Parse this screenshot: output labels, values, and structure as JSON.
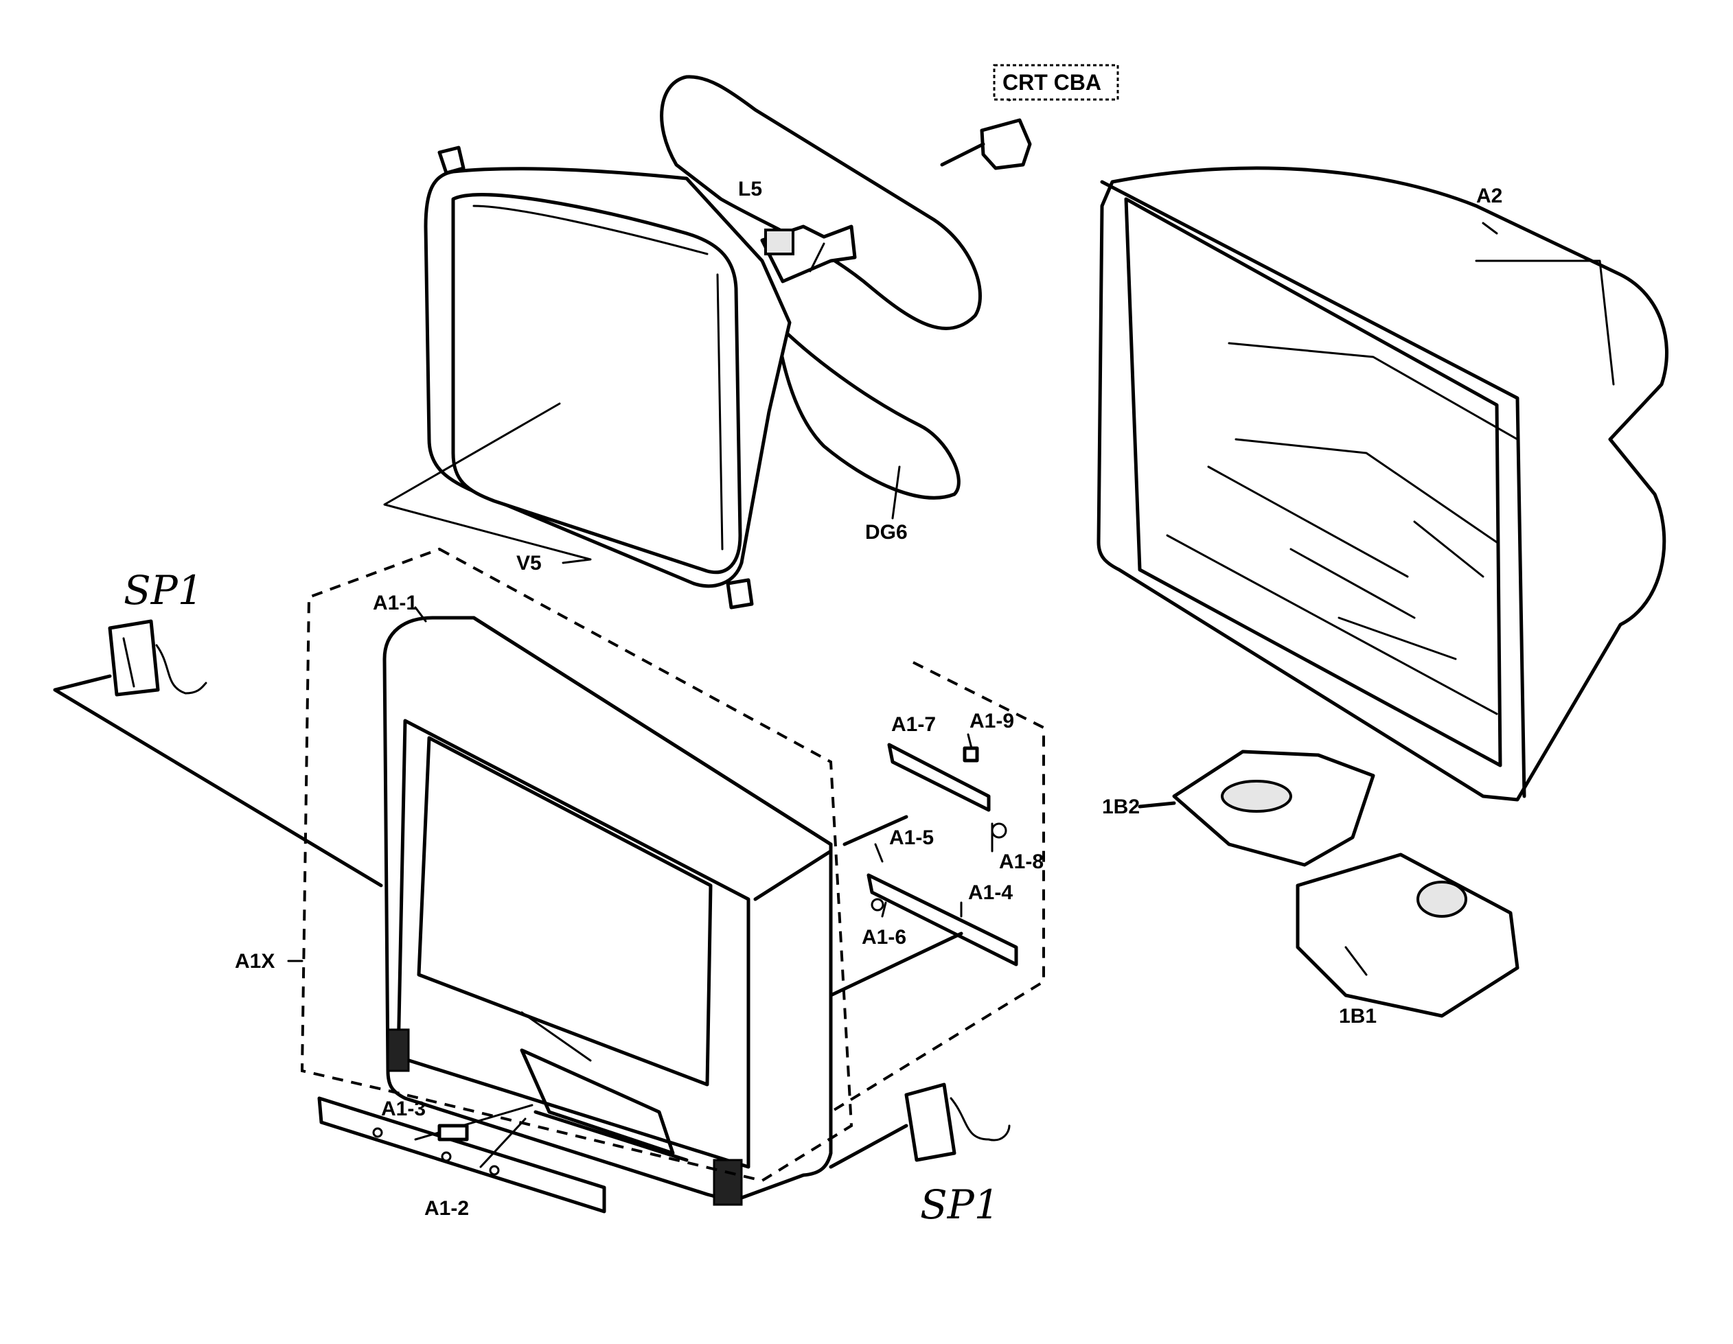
{
  "labels": {
    "crt_cba": "CRT CBA",
    "l5": "L5",
    "a2": "A2",
    "v5": "V5",
    "dg6": "DG6",
    "a1_1": "A1-1",
    "a1_2": "A1-2",
    "a1_3": "A1-3",
    "a1_4": "A1-4",
    "a1_5": "A1-5",
    "a1_6": "A1-6",
    "a1_7": "A1-7",
    "a1_8": "A1-8",
    "a1_9": "A1-9",
    "a1x": "A1X",
    "b2": "1B2",
    "b1": "1B1",
    "sp1_left": "SP1",
    "sp1_right": "SP1"
  }
}
